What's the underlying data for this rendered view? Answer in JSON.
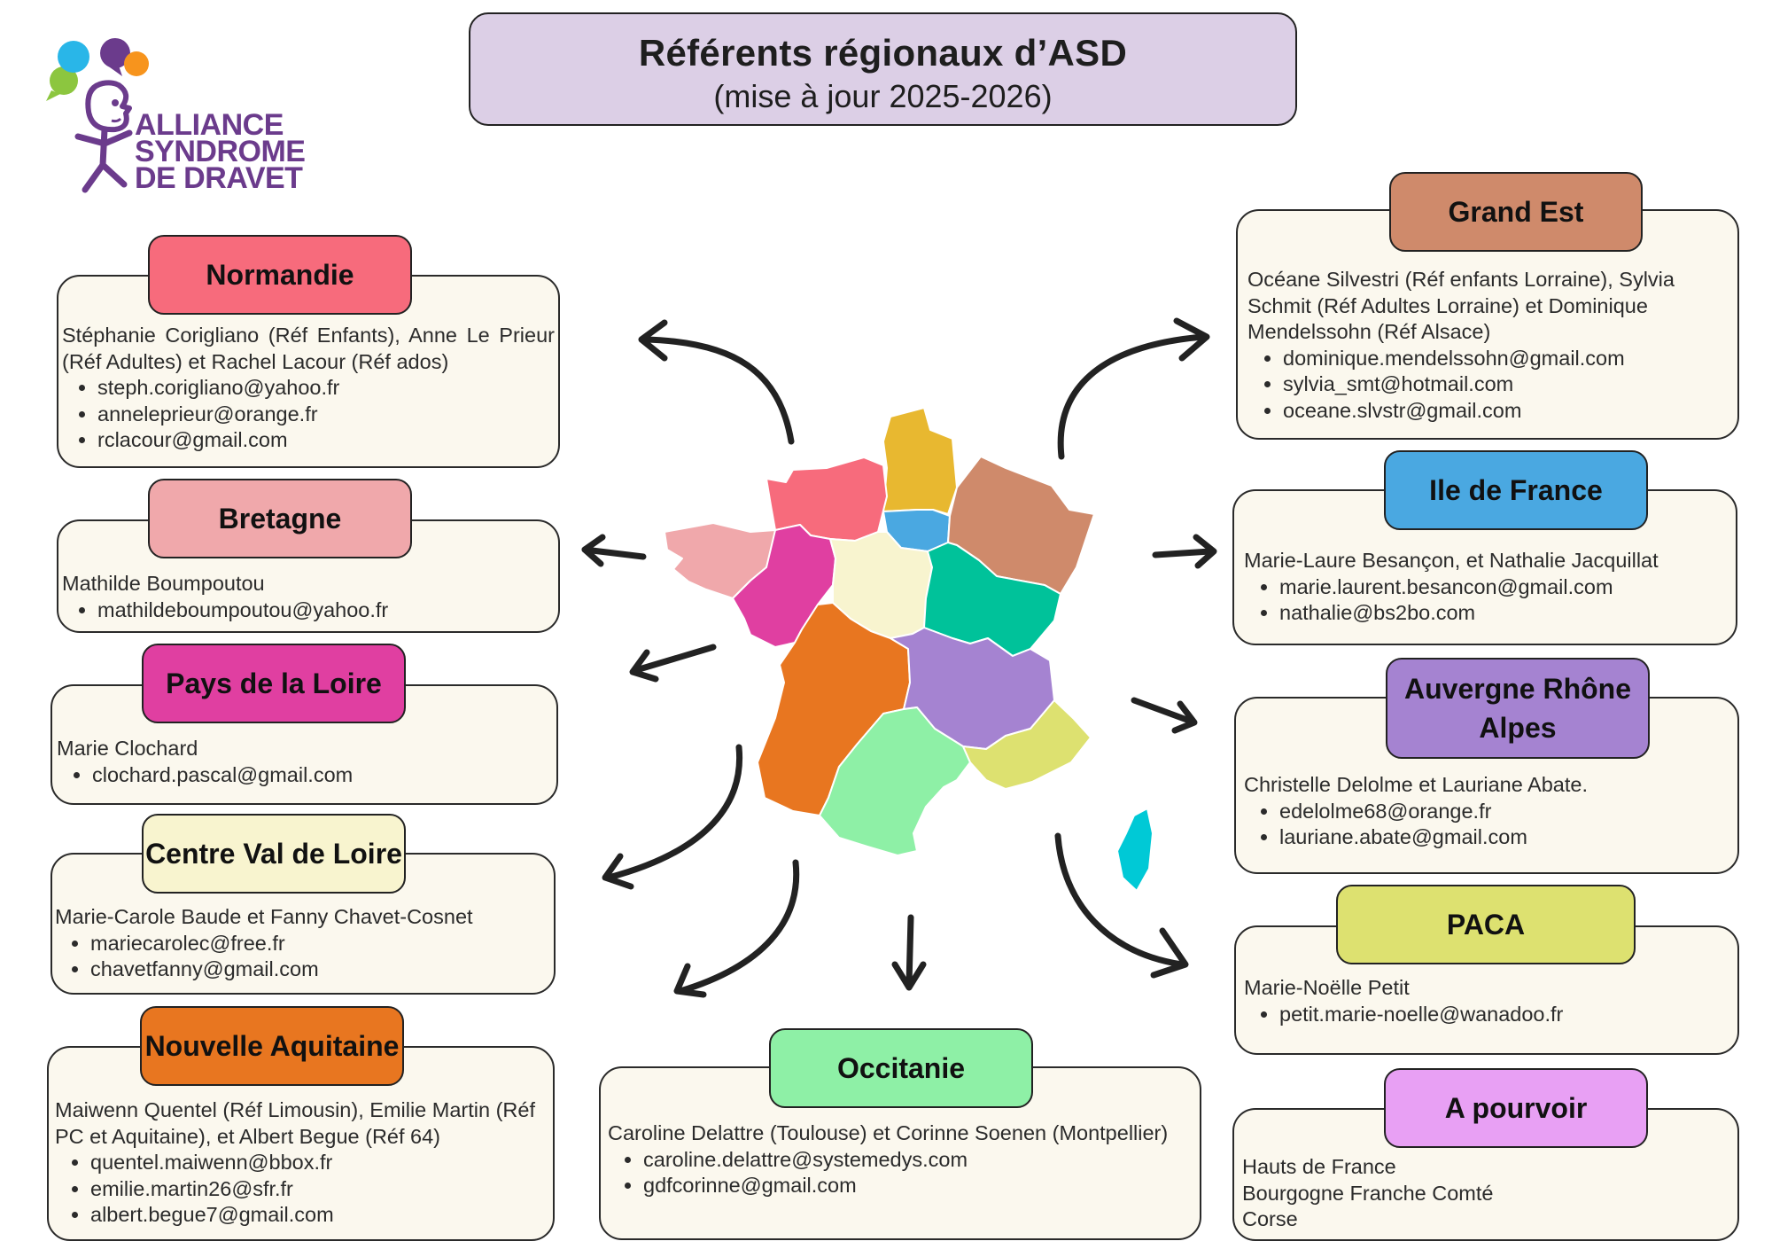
{
  "title": {
    "main": "Référents régionaux d’ASD",
    "sub": "(mise à jour 2025-2026)"
  },
  "logo": {
    "line1": "ALLIANCE",
    "line2": "SYNDROME",
    "line3": "DE DRAVET",
    "icon": "dravet-person-logo-icon"
  },
  "colors": {
    "normandie": "#f76b7c",
    "bretagne": "#f0a8ab",
    "pays_de_la_loire": "#e03fa1",
    "centre_val_de_loire": "#f8f4cf",
    "nouvelle_aquitaine": "#e87620",
    "occitanie": "#8ef0a6",
    "grand_est": "#cf8a6b",
    "ile_de_france": "#4aa8e1",
    "auvergne_rhone_alpes": "#a583d1",
    "paca": "#dde170",
    "a_pourvoir": "#e8a0f4",
    "hauts_de_france": "#e8b830",
    "bourgogne_franche_comte": "#00c29a",
    "corse": "#00c9d6"
  },
  "regions": {
    "normandie": {
      "name": "Normandie",
      "intro": "Stéphanie Corigliano (Réf Enfants), Anne Le Prieur (Réf Adultes)  et Rachel Lacour (Réf ados)",
      "emails": [
        "steph.corigliano@yahoo.fr",
        "anneleprieur@orange.fr",
        "rclacour@gmail.com"
      ]
    },
    "bretagne": {
      "name": "Bretagne",
      "intro": "Mathilde Boumpoutou",
      "emails": [
        "mathildeboumpoutou@yahoo.fr"
      ]
    },
    "pays_de_la_loire": {
      "name": "Pays de la Loire",
      "intro": "Marie Clochard",
      "emails": [
        "clochard.pascal@gmail.com"
      ]
    },
    "centre_val_de_loire": {
      "name": "Centre Val de Loire",
      "intro": "Marie-Carole Baude et Fanny Chavet-Cosnet",
      "emails": [
        "mariecarolec@free.fr",
        "chavetfanny@gmail.com"
      ]
    },
    "nouvelle_aquitaine": {
      "name": "Nouvelle Aquitaine",
      "intro": "Maiwenn Quentel (Réf Limousin), Emilie Martin (Réf PC et Aquitaine), et Albert Begue (Réf 64)",
      "emails": [
        "quentel.maiwenn@bbox.fr",
        "emilie.martin26@sfr.fr",
        "albert.begue7@gmail.com"
      ]
    },
    "occitanie": {
      "name": "Occitanie",
      "intro": "Caroline Delattre (Toulouse) et Corinne Soenen (Montpellier)",
      "emails": [
        "caroline.delattre@systemedys.com",
        "gdfcorinne@gmail.com"
      ]
    },
    "grand_est": {
      "name": "Grand Est",
      "intro": "Océane Silvestri (Réf enfants Lorraine), Sylvia Schmit (Réf Adultes Lorraine) et Dominique Mendelssohn (Réf Alsace)",
      "emails": [
        "dominique.mendelssohn@gmail.com",
        "sylvia_smt@hotmail.com",
        "oceane.slvstr@gmail.com"
      ]
    },
    "ile_de_france": {
      "name": "Ile de France",
      "intro": "Marie-Laure Besançon, et Nathalie Jacquillat",
      "emails": [
        "marie.laurent.besancon@gmail.com",
        "nathalie@bs2bo.com"
      ]
    },
    "auvergne_rhone_alpes": {
      "name_line1": "Auvergne Rhône",
      "name_line2": "Alpes",
      "intro": "Christelle Delolme et Lauriane Abate.",
      "emails": [
        "edelolme68@orange.fr",
        "lauriane.abate@gmail.com"
      ]
    },
    "paca": {
      "name": "PACA",
      "intro": "Marie-Noëlle Petit",
      "emails": [
        "petit.marie-noelle@wanadoo.fr"
      ]
    },
    "a_pourvoir": {
      "name": "A pourvoir",
      "lines": [
        "Hauts de France",
        "Bourgogne Franche Comté",
        "Corse"
      ]
    }
  }
}
